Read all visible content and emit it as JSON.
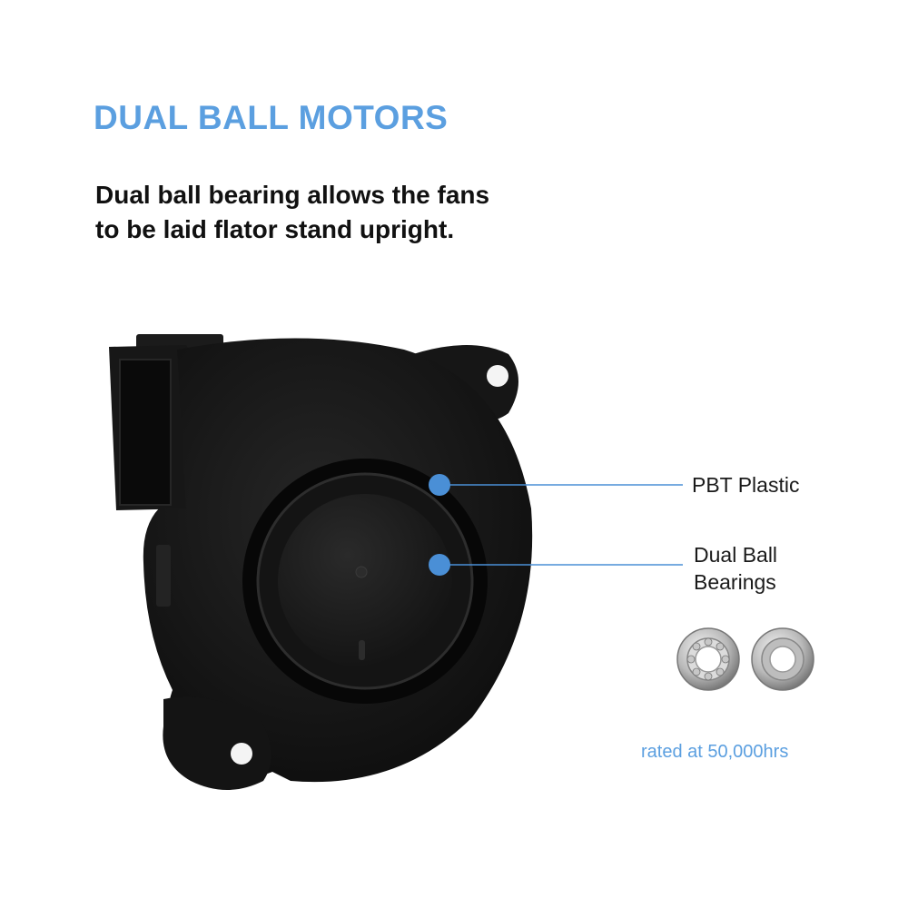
{
  "headline": "DUAL BALL MOTORS",
  "description": {
    "line1": "Dual ball bearing allows the fans",
    "line2": "to be laid flator stand upright."
  },
  "callouts": {
    "pbt": "PBT Plastic",
    "bearings_line1": "Dual Ball",
    "bearings_line2": "Bearings"
  },
  "footnote": "rated at 50,000hrs",
  "colors": {
    "accent": "#5b9fe0",
    "text": "#1a1a1a",
    "fan_body": "#141414",
    "marker": "#4a8fd6"
  },
  "images": {
    "product": "blower-fan-photo",
    "bearings": "ball-bearing-pair-photo"
  }
}
